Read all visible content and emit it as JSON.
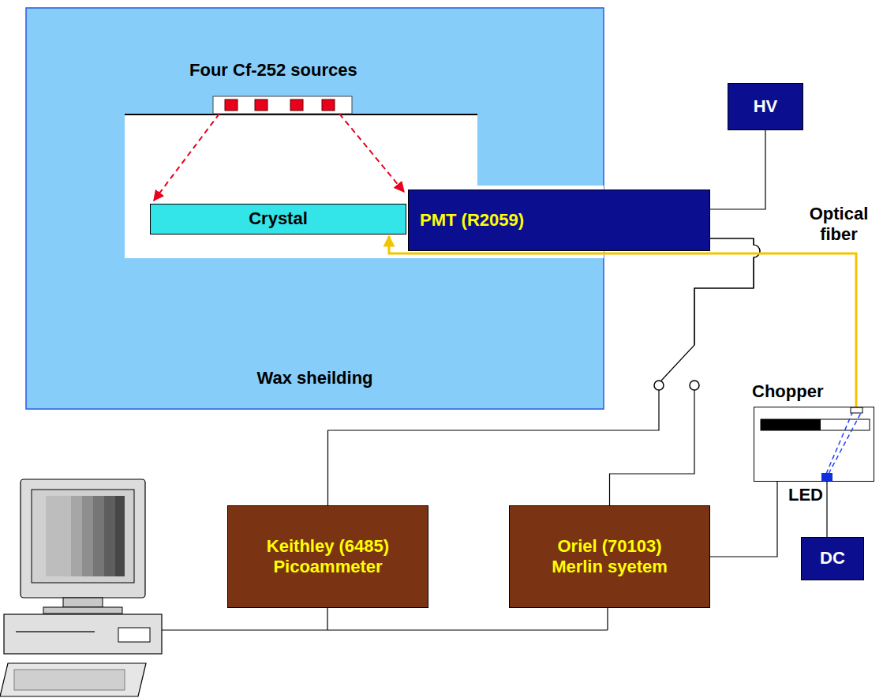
{
  "diagram": {
    "nodes": [
      {
        "text": [
          "Wax sheilding"
        ]
      },
      {
        "text": [
          "Crystal"
        ],
        "in": 0
      },
      {
        "text": [
          "PMT (R2059)"
        ]
      },
      {
        "text": [
          "HV"
        ]
      },
      {
        "text": [
          "Keithley (6485)",
          "Picoammeter"
        ]
      },
      {
        "text": [
          "Oriel (70103)",
          "Merlin syetem"
        ]
      },
      {
        "text": [
          "Chopper"
        ]
      },
      {
        "text": [
          "LED"
        ],
        "in": 6
      },
      {
        "text": [
          "DC"
        ]
      }
    ],
    "edges": [
      {
        "from": 3,
        "to": 2,
        "arrow": "none"
      },
      {
        "from": 2,
        "to": 4,
        "arrow": "none"
      },
      {
        "from": 2,
        "to": 5,
        "arrow": "none"
      },
      {
        "from": 5,
        "to": 6,
        "arrow": "none"
      },
      {
        "from": 7,
        "to": 8,
        "arrow": "none"
      },
      {
        "from": 6,
        "to": 1,
        "arrow": "to"
      }
    ],
    "labels": [
      "Four Cf-252 sources",
      "Optical fiber"
    ]
  }
}
